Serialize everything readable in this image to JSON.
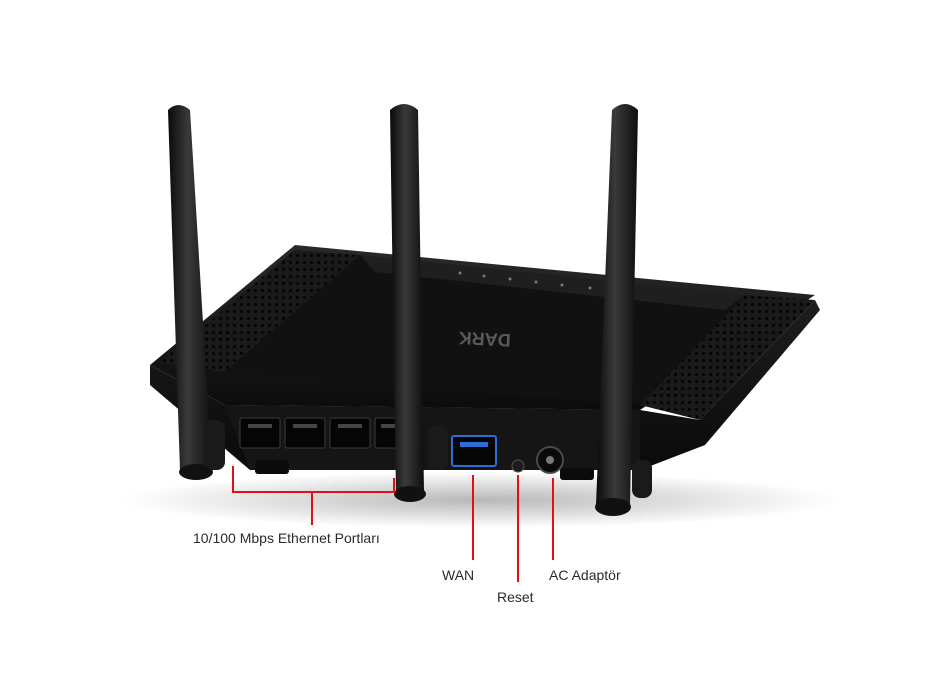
{
  "product": {
    "brand_logo_text": "DARK",
    "watermark_text": "DARK"
  },
  "callouts": {
    "ethernet_ports": "10/100 Mbps Ethernet Portları",
    "wan": "WAN",
    "reset": "Reset",
    "ac_adapter": "AC Adaptör"
  },
  "colors": {
    "background": "#ffffff",
    "router_body": "#141414",
    "callout_line": "#e0101a",
    "wan_port_accent": "#2a6fd6",
    "label_text": "#2b2b2b"
  }
}
